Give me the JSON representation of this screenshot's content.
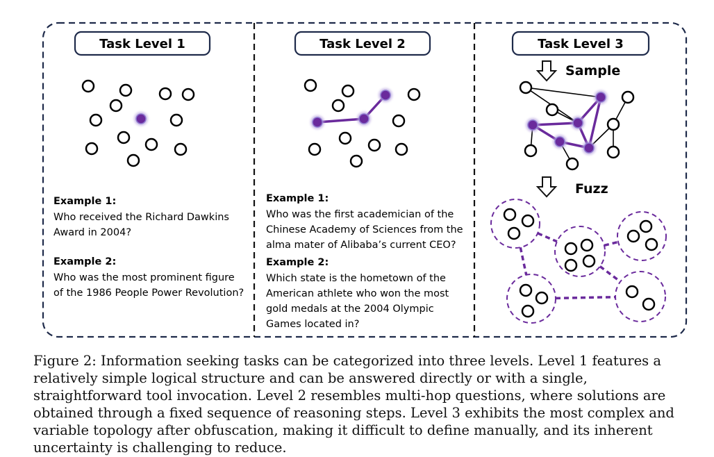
{
  "panels": [
    {
      "title": "Task Level 1",
      "examples": [
        {
          "label": "Example 1:",
          "lines": [
            "Who received the Richard Dawkins",
            "Award in 2004?"
          ]
        },
        {
          "label": "Example 2:",
          "lines": [
            "Who was the most prominent figure",
            "of the 1986 People Power Revolution?"
          ]
        }
      ]
    },
    {
      "title": "Task Level 2",
      "examples": [
        {
          "label": "Example 1:",
          "lines": [
            "Who was the first academician of the",
            "Chinese Academy of Sciences from the",
            "alma mater of Alibaba’s current CEO?"
          ]
        },
        {
          "label": "Example 2:",
          "lines": [
            "Which state is the hometown of the",
            "American athlete who won the most",
            "gold medals at the 2004 Olympic",
            "Games located in?"
          ]
        }
      ]
    },
    {
      "title": "Task Level 3",
      "steps": [
        "Sample",
        "Fuzz"
      ]
    }
  ],
  "caption": "Figure 2: Information seeking tasks can be categorized into three levels. Level 1 features a relatively simple logical structure and can be answered directly or with a single, straightforward tool invocation. Level 2 resembles multi-hop questions, where solutions are obtained through a fixed sequence of reasoning steps. Level 3 exhibits the most complex and variable topology after obfuscation, making it difficult to define manually, and its inherent uncertainty is challenging to reduce.",
  "colors": {
    "accent": "#6a2a9c",
    "frame": "#1e2a4a",
    "node_glow": "#b9a6e0"
  }
}
